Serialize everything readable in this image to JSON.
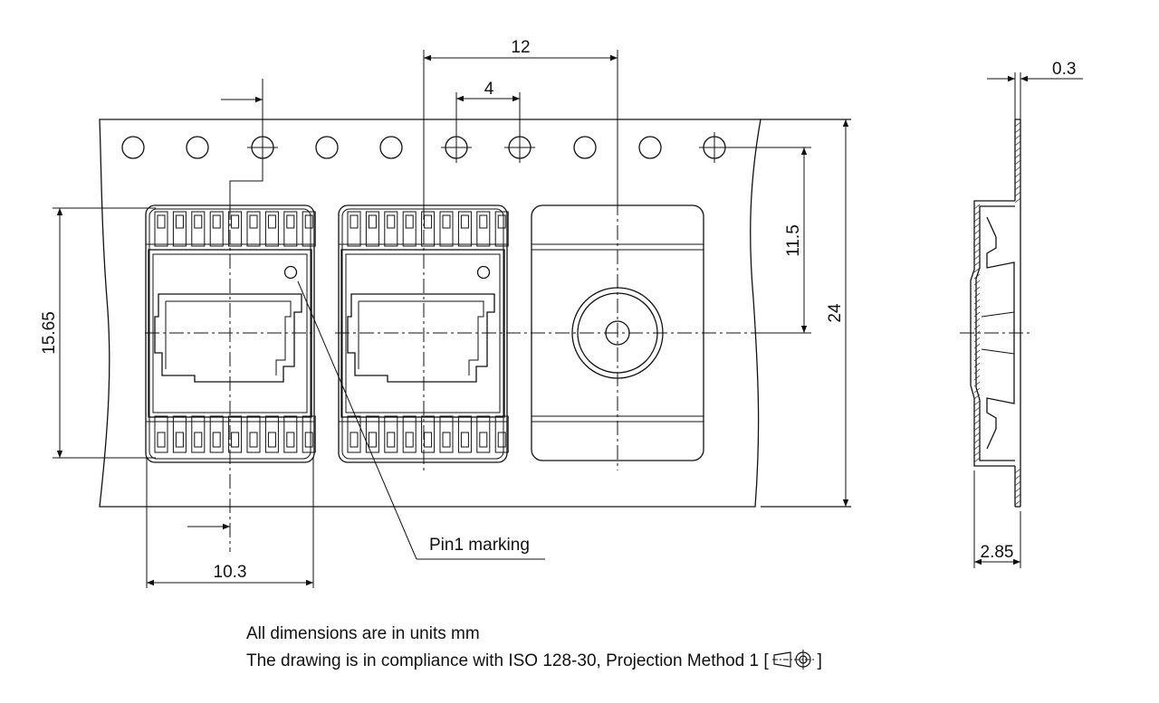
{
  "dimensions": {
    "pitch_12": "12",
    "pitch_4": "4",
    "width_10_3": "10.3",
    "height_15_65": "15.65",
    "offset_11_5": "11.5",
    "tape_24": "24",
    "thickness_0_3": "0.3",
    "depth_2_85": "2.85"
  },
  "callout": {
    "pin1": "Pin1 marking"
  },
  "notes": {
    "units": "All dimensions are in units mm",
    "compliance": "The drawing is in compliance with ISO 128-30, Projection Method 1 [",
    "compliance_close": "]"
  },
  "icons": {
    "projection_symbol": "first-angle-projection-icon"
  }
}
